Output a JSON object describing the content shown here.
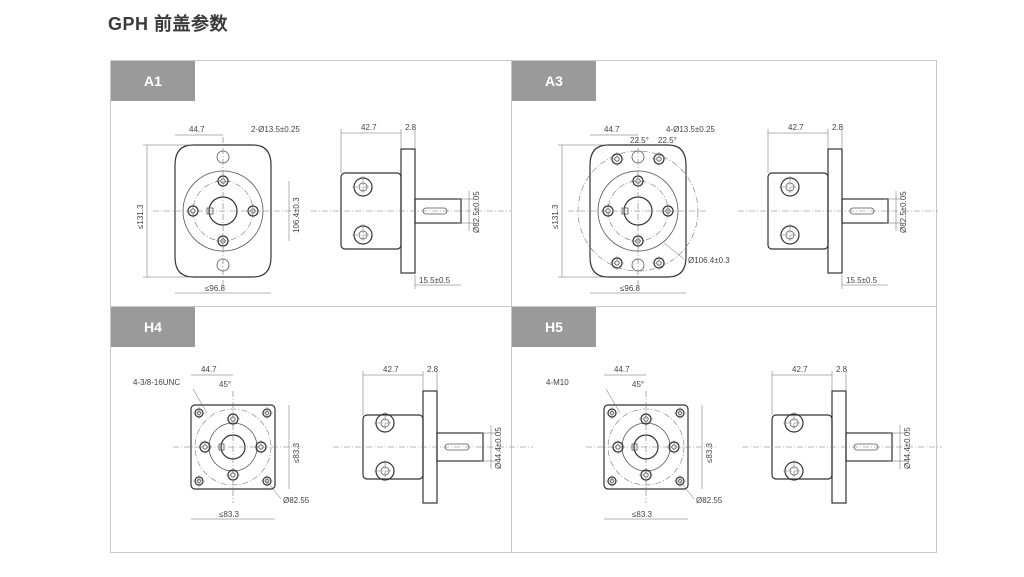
{
  "title": "GPH 前盖参数",
  "panels": [
    {
      "id": "A1",
      "labels": {
        "w44": "44.7",
        "holes": "2-Ø13.5±0.25",
        "h131": "≤131.3",
        "pcd": "106.4±0.3",
        "w96": "≤96.8",
        "d42": "42.7",
        "d28": "2.8",
        "shaftdia": "Ø82.5±0.05",
        "d155": "15.5±0.5"
      }
    },
    {
      "id": "A3",
      "labels": {
        "w44": "44.7",
        "a1": "22.5°",
        "a2": "22.5°",
        "holes": "4-Ø13.5±0.25",
        "h131": "≤131.3",
        "pcd": "Ø106.4±0.3",
        "w96": "≤96.8",
        "d42": "42.7",
        "d28": "2.8",
        "shaftdia": "Ø82.5±0.05",
        "d155": "15.5±0.5"
      }
    },
    {
      "id": "H4",
      "labels": {
        "w44": "44.7",
        "holes": "4-3/8-16UNC",
        "ang": "45°",
        "h83": "≤83.3",
        "pcd": "Ø82.55",
        "w83": "≤83.3",
        "d42": "42.7",
        "d28": "2.8",
        "shaftdia": "Ø44.4±0.05"
      }
    },
    {
      "id": "H5",
      "labels": {
        "w44": "44.7",
        "holes": "4-M10",
        "ang": "45°",
        "h83": "≤83.3",
        "pcd": "Ø82.55",
        "w83": "≤83.3",
        "d42": "42.7",
        "d28": "2.8",
        "shaftdia": "Ø44.4±0.05"
      }
    }
  ]
}
